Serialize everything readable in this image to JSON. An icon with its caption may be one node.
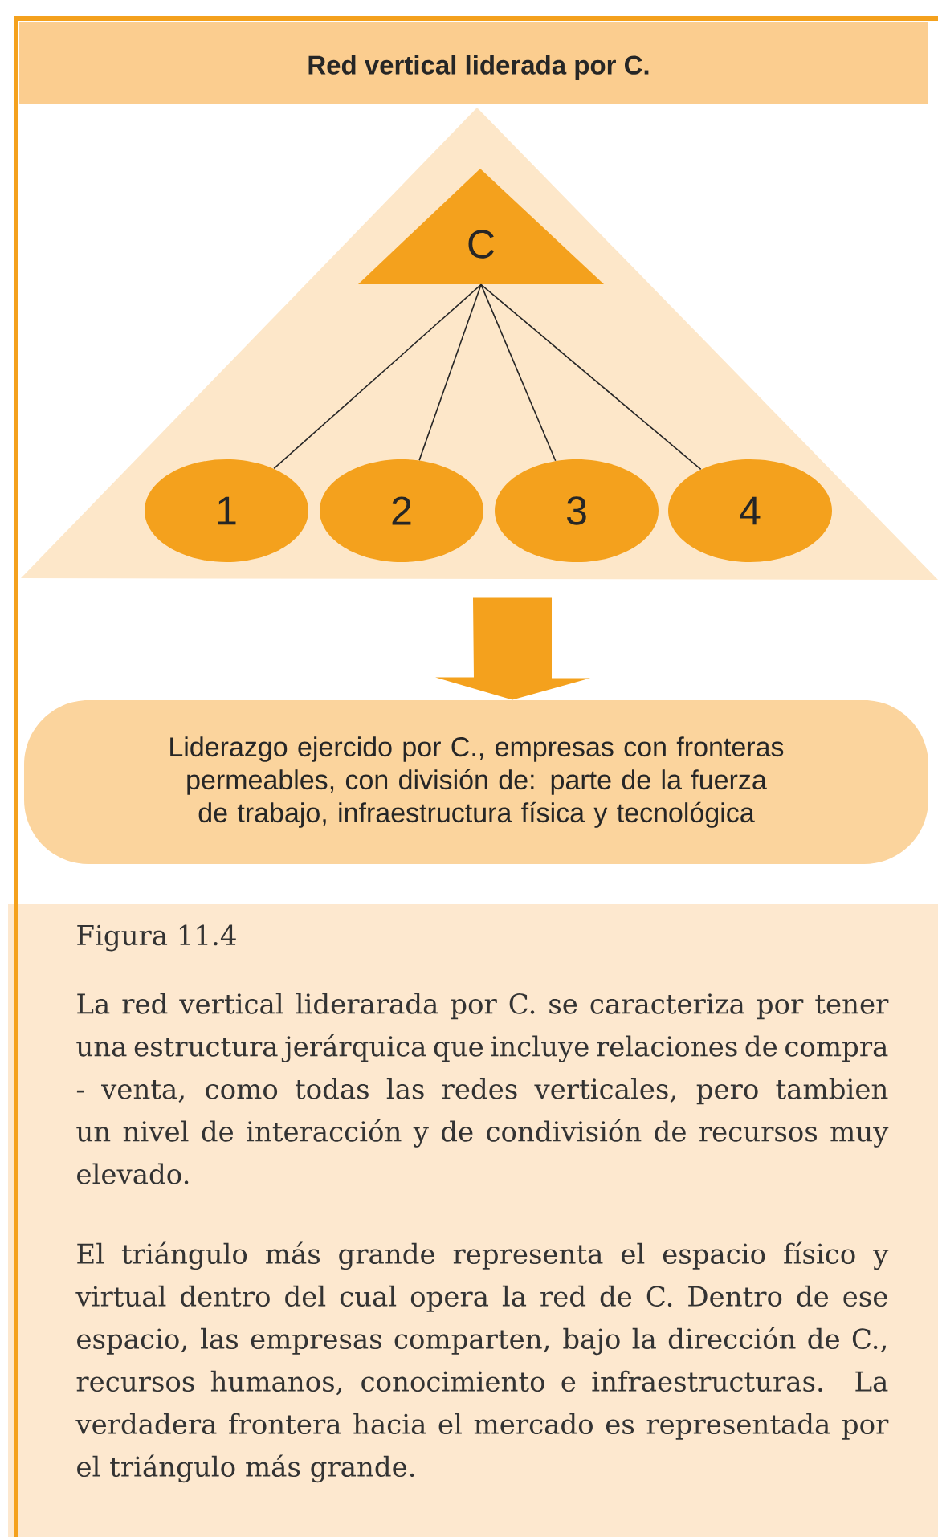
{
  "diagram": {
    "title": "Red vertical liderada por C.",
    "caption": "Figura 11.4",
    "nodes": [
      {
        "text": [],
        "shape": "triangle"
      },
      {
        "text": [
          "C"
        ],
        "in": 0
      },
      {
        "text": [
          "1"
        ],
        "in": 0
      },
      {
        "text": [
          "2"
        ],
        "in": 0
      },
      {
        "text": [
          "3"
        ],
        "in": 0
      },
      {
        "text": [
          "4"
        ],
        "in": 0
      },
      {
        "text": [
          "Liderazgo ejercido por C., empresas con fronteras permeables, con división de: parte de la fuerza de trabajo, infraestructura física y tecnológica"
        ]
      }
    ],
    "edges": [
      {
        "from": 1,
        "to": 2,
        "arrow": "none"
      },
      {
        "from": 1,
        "to": 3,
        "arrow": "none"
      },
      {
        "from": 1,
        "to": 4,
        "arrow": "none"
      },
      {
        "from": 1,
        "to": 5,
        "arrow": "none"
      },
      {
        "from": 0,
        "to": 6,
        "arrow": "to",
        "style": "thick",
        "color": "#f4a11d"
      }
    ],
    "labels": [
      "La red vertical liderarada por C. se caracteriza por tener una estructura jerárquica que incluye relaciones de compra - venta, como todas las redes verticales, pero tambien un nivel de interacción y de condivisión de recursos muy elevado.",
      "El triángulo más grande representa el espacio físico y virtual dentro del cual opera la red de C. Dentro de ese espacio, las empresas comparten, bajo la dirección de C., recursos humanos, conocimiento e infraestructuras. La verdadera frontera hacia el mercado es representada por el triángulo más grande."
    ]
  }
}
